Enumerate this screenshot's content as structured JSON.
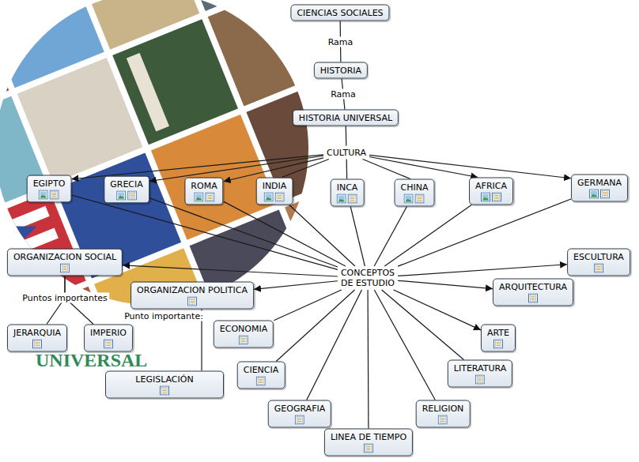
{
  "diagram": {
    "nodes": [
      {
        "text": [
          "CIENCIAS SOCIALES"
        ]
      },
      {
        "text": [
          "HISTORIA"
        ]
      },
      {
        "text": [
          "HISTORIA UNIVERSAL"
        ]
      },
      {
        "text": [
          "CULTURA"
        ]
      },
      {
        "text": [
          "EGIPTO"
        ]
      },
      {
        "text": [
          "GRECIA"
        ]
      },
      {
        "text": [
          "ROMA"
        ]
      },
      {
        "text": [
          "INDIA"
        ]
      },
      {
        "text": [
          "INCA"
        ]
      },
      {
        "text": [
          "CHINA"
        ]
      },
      {
        "text": [
          "AFRICA"
        ]
      },
      {
        "text": [
          "GERMANA"
        ]
      },
      {
        "text": [
          "CONCEPTOS DE ESTUDIO"
        ]
      },
      {
        "text": [
          "ORGANIZACION SOCIAL"
        ]
      },
      {
        "text": [
          "ESCULTURA"
        ]
      },
      {
        "text": [
          "ORGANIZACION POLITICA"
        ]
      },
      {
        "text": [
          "ARQUITECTURA"
        ]
      },
      {
        "text": [
          "JERARQUIA"
        ]
      },
      {
        "text": [
          "IMPERIO"
        ]
      },
      {
        "text": [
          "ECONOMIA"
        ]
      },
      {
        "text": [
          "ARTE"
        ]
      },
      {
        "text": [
          "CIENCIA"
        ]
      },
      {
        "text": [
          "LITERATURA"
        ]
      },
      {
        "text": [
          "LEGISLACIÓN"
        ]
      },
      {
        "text": [
          "GEOGRAFIA"
        ]
      },
      {
        "text": [
          "RELIGION"
        ]
      },
      {
        "text": [
          "LINEA DE TIEMPO"
        ]
      }
    ],
    "edges": [
      {
        "from": 0,
        "to": 1,
        "label": "Rama",
        "arrow": "none"
      },
      {
        "from": 1,
        "to": 2,
        "label": "Rama",
        "arrow": "none"
      },
      {
        "from": 2,
        "to": 3,
        "arrow": "none"
      },
      {
        "from": 3,
        "to": 4,
        "arrow": "to"
      },
      {
        "from": 3,
        "to": 5,
        "arrow": "to"
      },
      {
        "from": 3,
        "to": 6,
        "arrow": "to"
      },
      {
        "from": 3,
        "to": 7,
        "arrow": "none"
      },
      {
        "from": 3,
        "to": 8,
        "arrow": "none"
      },
      {
        "from": 3,
        "to": 9,
        "arrow": "none"
      },
      {
        "from": 3,
        "to": 10,
        "arrow": "to"
      },
      {
        "from": 3,
        "to": 11,
        "arrow": "to"
      },
      {
        "from": 4,
        "to": 12,
        "arrow": "none"
      },
      {
        "from": 5,
        "to": 12,
        "arrow": "none"
      },
      {
        "from": 6,
        "to": 12,
        "arrow": "none"
      },
      {
        "from": 7,
        "to": 12,
        "arrow": "none"
      },
      {
        "from": 8,
        "to": 12,
        "arrow": "none"
      },
      {
        "from": 9,
        "to": 12,
        "arrow": "none"
      },
      {
        "from": 10,
        "to": 12,
        "arrow": "none"
      },
      {
        "from": 11,
        "to": 12,
        "arrow": "none"
      },
      {
        "from": 12,
        "to": 13,
        "arrow": "to"
      },
      {
        "from": 12,
        "to": 15,
        "arrow": "to"
      },
      {
        "from": 12,
        "to": 19,
        "arrow": "none"
      },
      {
        "from": 12,
        "to": 21,
        "arrow": "none"
      },
      {
        "from": 12,
        "to": 24,
        "arrow": "none"
      },
      {
        "from": 12,
        "to": 26,
        "arrow": "none"
      },
      {
        "from": 12,
        "to": 25,
        "arrow": "none"
      },
      {
        "from": 12,
        "to": 22,
        "arrow": "none"
      },
      {
        "from": 12,
        "to": 20,
        "arrow": "to"
      },
      {
        "from": 12,
        "to": 16,
        "arrow": "to"
      },
      {
        "from": 12,
        "to": 14,
        "arrow": "to"
      },
      {
        "from": 13,
        "to": 17,
        "label": "Puntos importantes",
        "arrow": "none"
      },
      {
        "from": 13,
        "to": 18,
        "arrow": "none"
      },
      {
        "from": 15,
        "to": 23,
        "label": "Punto importante:",
        "arrow": "none"
      }
    ],
    "labels": [
      "UNIVERSAL"
    ]
  }
}
